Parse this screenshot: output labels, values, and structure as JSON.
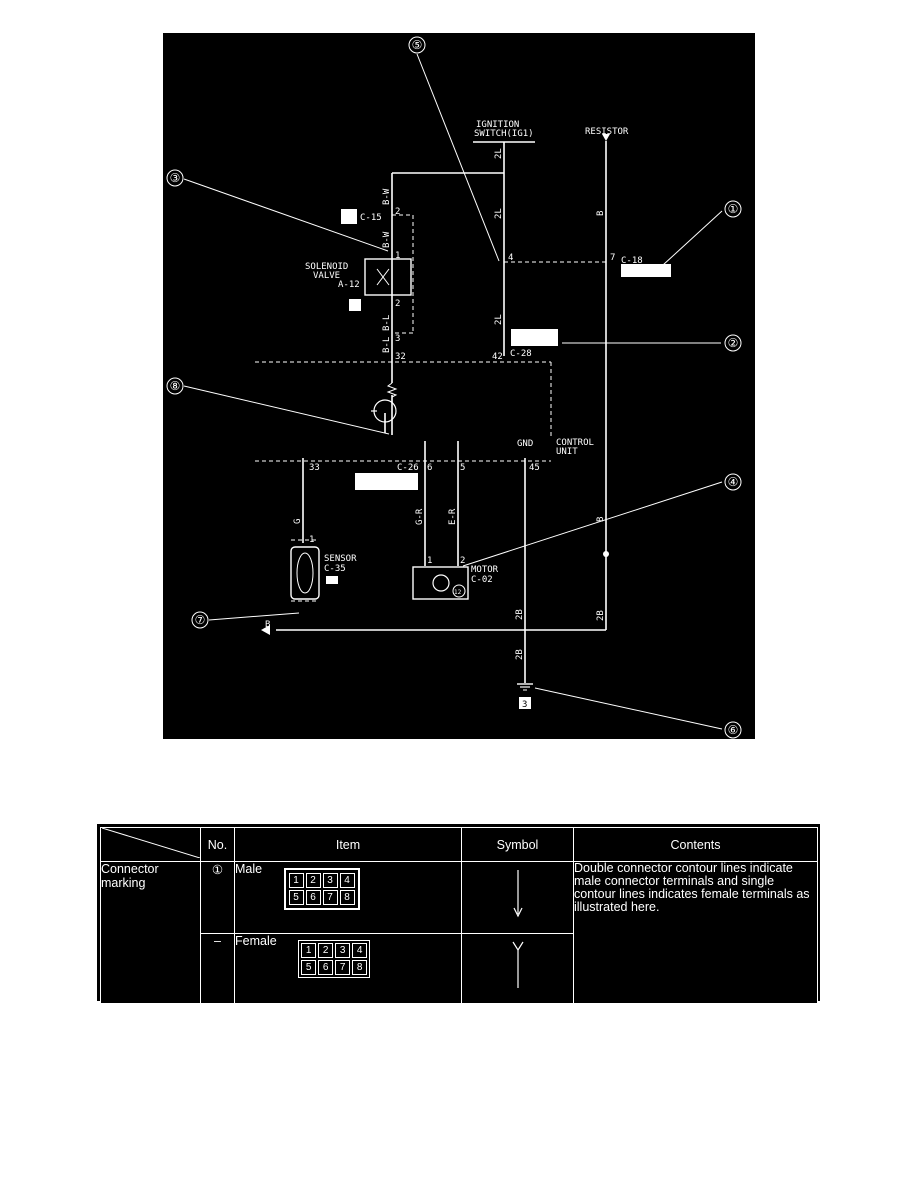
{
  "diagram": {
    "labels": {
      "ignition_switch": [
        "IGNITION",
        "SWITCH(IG1)"
      ],
      "resistor": "RESISTOR",
      "solenoid_valve": [
        "SOLENOID",
        "VALVE",
        "A-12"
      ],
      "control_unit": [
        "CONTROL",
        "UNIT"
      ],
      "gnd": "GND",
      "sensor": [
        "SENSOR",
        "C-35"
      ],
      "motor": [
        "MOTOR",
        "C-02"
      ]
    },
    "connectors": {
      "c15": "C-15",
      "c18": "C-18",
      "c28": "C-28",
      "c26": "C-26",
      "ground_number": "3",
      "motor_ground_badge": "12"
    },
    "wires": {
      "two_l_top": "2L",
      "two_l_mid": "2L",
      "two_l_low": "2L",
      "bw_top": "B-W",
      "bw_mid": "B-W",
      "bl_upper": "B-L",
      "bl_lower": "B-L",
      "b_resistor": "B",
      "b_right_lower": "B",
      "g_sensor": "G",
      "gr_motor": "G-R",
      "er_motor": "E-R",
      "two_b_ground_upper": "2B",
      "two_b_ground_lower": "2B",
      "two_b_right": "2B",
      "b_return": "B"
    },
    "pins": {
      "p2_c15": "2",
      "p1_valve": "1",
      "p2_valve": "2",
      "p3": "3",
      "p4": "4",
      "p7": "7",
      "p32": "32",
      "p42": "42",
      "p33": "33",
      "p6": "6",
      "p5": "5",
      "p45": "45",
      "p1_sensor": "1",
      "p1_motor": "1",
      "p2_motor": "2"
    },
    "callouts": [
      "①",
      "②",
      "③",
      "④",
      "⑤",
      "⑥",
      "⑦",
      "⑧"
    ]
  },
  "legend": {
    "headers": {
      "no": "No.",
      "item": "Item",
      "symbol": "Symbol",
      "contents": "Contents"
    },
    "row_label": "Connector marking",
    "rows": [
      {
        "no": "①",
        "item": "Male",
        "pins": [
          "1",
          "2",
          "3",
          "4",
          "5",
          "6",
          "7",
          "8"
        ]
      },
      {
        "no": "–",
        "item": "Female",
        "pins": [
          "1",
          "2",
          "3",
          "4",
          "5",
          "6",
          "7",
          "8"
        ]
      }
    ],
    "contents": "Double connector contour lines indicate male connector terminals and single contour lines indicates female terminals as illustrated here."
  },
  "colors": {
    "background": "#000000",
    "ink": "#ffffff",
    "page": "#ffffff"
  }
}
